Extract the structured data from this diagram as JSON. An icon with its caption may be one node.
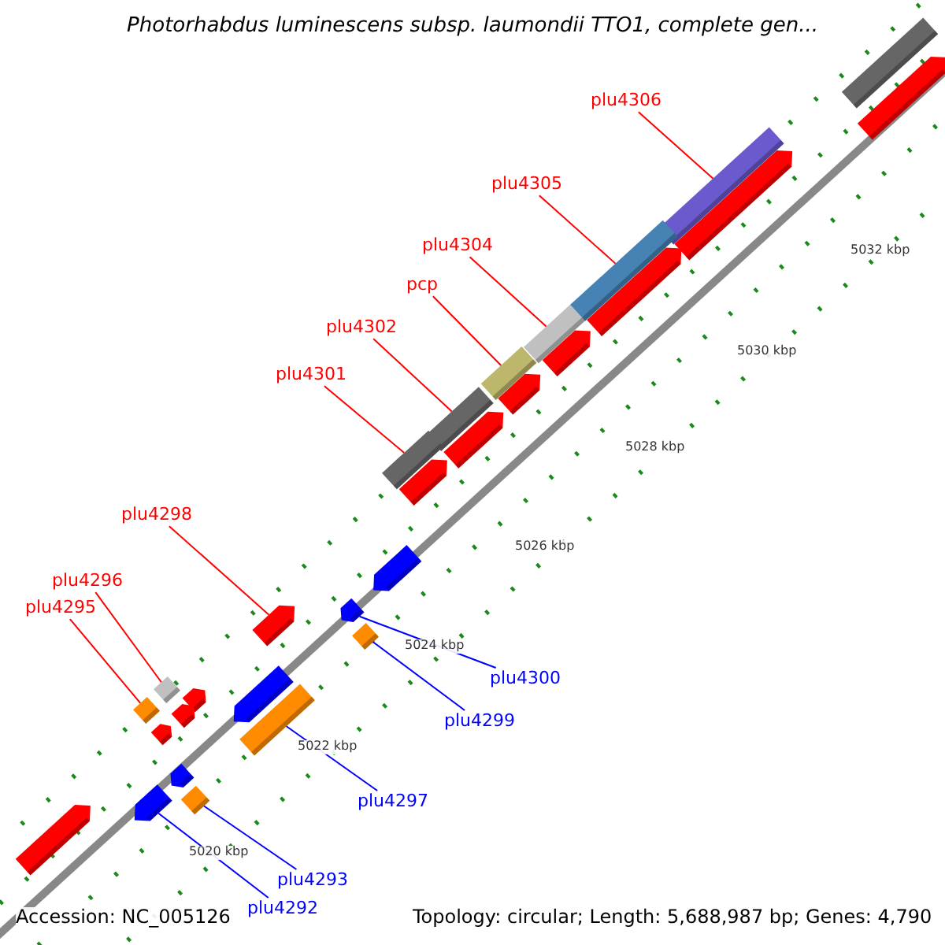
{
  "diagram": {
    "title": "Photorhabdus luminescens subsp. laumondii TTO1, complete gen...",
    "nodes": [
      {
        "text": [
          "plu4306"
        ]
      },
      {
        "text": [],
        "shape": "bar"
      },
      {
        "text": [
          "plu4305"
        ]
      },
      {
        "text": [],
        "shape": "bar"
      },
      {
        "text": [
          "plu4304"
        ]
      },
      {
        "text": [],
        "shape": "bar"
      },
      {
        "text": [
          "pcp"
        ]
      },
      {
        "text": [],
        "shape": "bar"
      },
      {
        "text": [
          "plu4302"
        ]
      },
      {
        "text": [],
        "shape": "bar"
      },
      {
        "text": [
          "plu4301"
        ]
      },
      {
        "text": [],
        "shape": "bar"
      },
      {
        "text": [
          "plu4298"
        ]
      },
      {
        "text": [],
        "shape": "arrow"
      },
      {
        "text": [
          "plu4296"
        ]
      },
      {
        "text": [],
        "shape": "diamond"
      },
      {
        "text": [
          "plu4295"
        ]
      },
      {
        "text": [],
        "shape": "diamond"
      },
      {
        "text": [
          "plu4300"
        ]
      },
      {
        "text": [],
        "shape": "arrow"
      },
      {
        "text": [
          "plu4299"
        ]
      },
      {
        "text": [],
        "shape": "diamond"
      },
      {
        "text": [
          "plu4297"
        ]
      },
      {
        "text": [],
        "shape": "bar"
      },
      {
        "text": [
          "plu4293"
        ]
      },
      {
        "text": [],
        "shape": "diamond"
      },
      {
        "text": [
          "plu4292"
        ]
      },
      {
        "text": [],
        "shape": "arrow"
      },
      {
        "text": [],
        "shape": "arrow"
      }
    ],
    "edges": [
      {
        "from": 0,
        "to": 1,
        "arrow": "none"
      },
      {
        "from": 2,
        "to": 3,
        "arrow": "none"
      },
      {
        "from": 4,
        "to": 5,
        "arrow": "none"
      },
      {
        "from": 6,
        "to": 7,
        "arrow": "none"
      },
      {
        "from": 8,
        "to": 9,
        "arrow": "none"
      },
      {
        "from": 10,
        "to": 11,
        "arrow": "none"
      },
      {
        "from": 12,
        "to": 13,
        "arrow": "none"
      },
      {
        "from": 14,
        "to": 15,
        "arrow": "none"
      },
      {
        "from": 16,
        "to": 17,
        "arrow": "none"
      },
      {
        "from": 18,
        "to": 19,
        "arrow": "none",
        "color": "#0000ff"
      },
      {
        "from": 20,
        "to": 21,
        "arrow": "none",
        "color": "#0000ff"
      },
      {
        "from": 22,
        "to": 23,
        "arrow": "none",
        "color": "#0000ff"
      },
      {
        "from": 24,
        "to": 25,
        "arrow": "none",
        "color": "#0000ff"
      },
      {
        "from": 26,
        "to": 27,
        "arrow": "none",
        "color": "#0000ff"
      }
    ],
    "labels": [
      "5032 kbp",
      "5030 kbp",
      "5028 kbp",
      "5026 kbp",
      "5024 kbp",
      "5022 kbp",
      "5020 kbp",
      "Accession: NC_005126",
      "Topology: circular; Length: 5,688,987 bp; Genes: 4,790"
    ]
  }
}
